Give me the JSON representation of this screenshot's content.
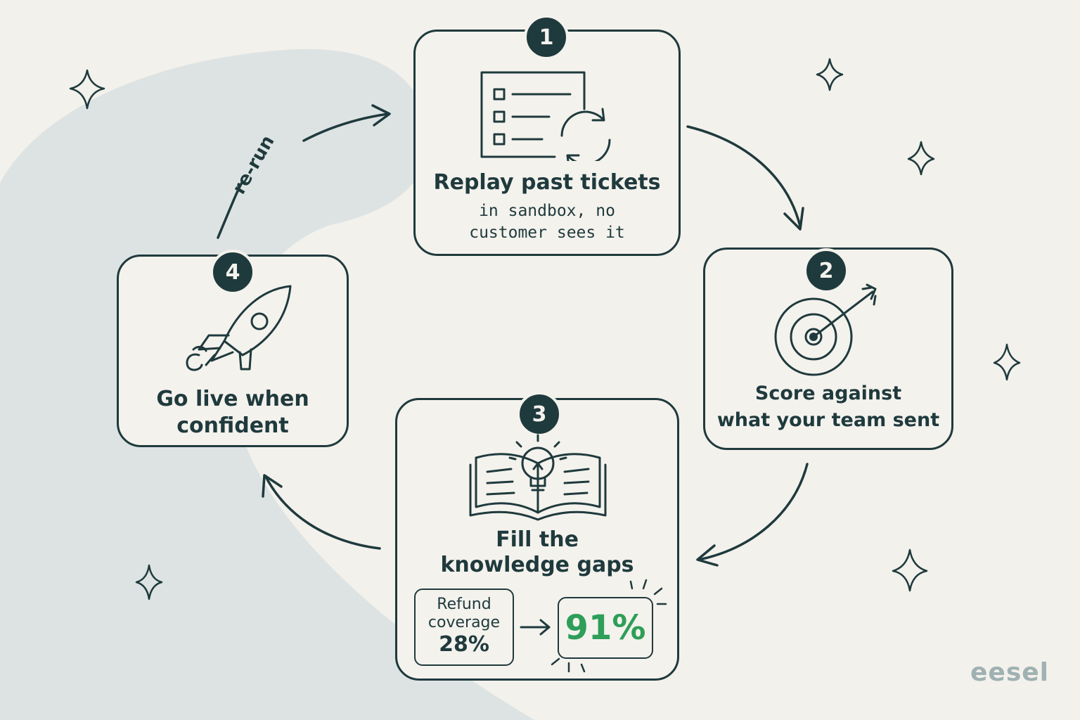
{
  "steps": [
    {
      "number": "1",
      "title": "Replay past tickets",
      "subtitle_line1": "in sandbox, no",
      "subtitle_line2": "customer sees it"
    },
    {
      "number": "2",
      "title_line1": "Score against",
      "title_line2": "what your team sent"
    },
    {
      "number": "3",
      "title_line1": "Fill the",
      "title_line2": "knowledge gaps",
      "coverage_label_line1": "Refund",
      "coverage_label_line2": "coverage",
      "coverage_before": "28%",
      "coverage_after": "91%"
    },
    {
      "number": "4",
      "title_line1": "Go live when",
      "title_line2": "confident"
    }
  ],
  "loop_label": "re-run",
  "brand": "eesel",
  "colors": {
    "ink": "#1f3a3d",
    "accent_green": "#2e9e58",
    "background": "#f3f1ec",
    "swirl": "#dde3e3"
  },
  "icons": [
    "checklist-refresh-icon",
    "target-arrow-icon",
    "book-lightbulb-icon",
    "rocket-icon",
    "sparkle-icon",
    "arrow-right-icon"
  ]
}
